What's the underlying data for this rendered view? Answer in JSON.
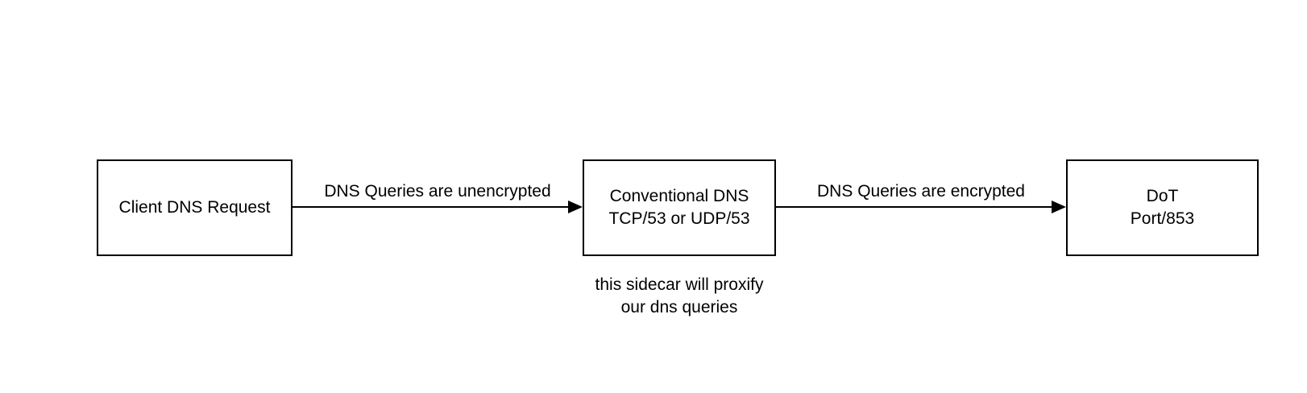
{
  "diagram": {
    "background_color": "#ffffff",
    "stroke_color": "#000000",
    "text_color": "#000000",
    "nodes": [
      {
        "id": "client-dns-request",
        "lines": [
          "Client DNS Request"
        ]
      },
      {
        "id": "conventional-dns",
        "lines": [
          "Conventional DNS",
          "TCP/53 or UDP/53"
        ]
      },
      {
        "id": "dot",
        "lines": [
          "DoT",
          "Port/853"
        ]
      }
    ],
    "edges": [
      {
        "from": "client-dns-request",
        "to": "conventional-dns",
        "label": "DNS Queries are unencrypted"
      },
      {
        "from": "conventional-dns",
        "to": "dot",
        "label": "DNS Queries are encrypted"
      }
    ],
    "caption": {
      "lines": [
        "this sidecar will proxify",
        "our dns queries"
      ]
    }
  }
}
